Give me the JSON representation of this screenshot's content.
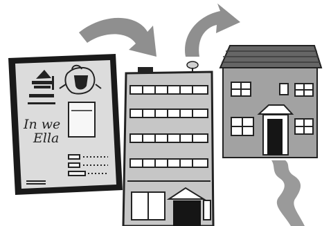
{
  "scene": {
    "elements": [
      "document-certificate",
      "office-building",
      "house",
      "arrow-left",
      "arrow-right",
      "path-squiggle"
    ]
  },
  "document": {
    "handwriting_line1": "In we",
    "handwriting_line2": "Ella"
  },
  "colors": {
    "frame": "#1a1a1a",
    "paper": "#dcdcdc",
    "ink": "#222222",
    "arrow": "#8f8f8f",
    "building": "#c6c6c6",
    "house_wall": "#a2a2a2",
    "roof": "#666666",
    "door": "#151515",
    "window": "#ffffff",
    "path": "#9a9a9a"
  }
}
